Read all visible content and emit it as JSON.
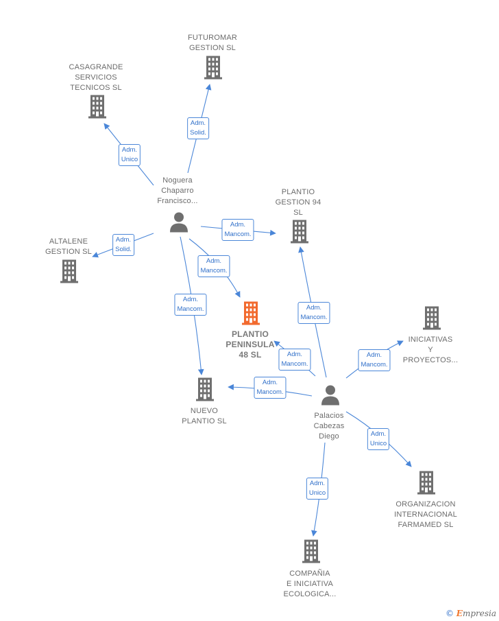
{
  "nodes": {
    "futuromar": "FUTUROMAR\nGESTION SL",
    "casagrande": "CASAGRANDE\nSERVICIOS\nTECNICOS  SL",
    "noguera": "Noguera\nChaparro\nFrancisco...",
    "plantio94": "PLANTIO\nGESTION 94\nSL",
    "altalene": "ALTALENE\nGESTION  SL",
    "peninsula": "PLANTIO\nPENINSULA\n48  SL",
    "iniciativas": "INICIATIVAS\nY\nPROYECTOS...",
    "nuevo": "NUEVO\nPLANTIO  SL",
    "palacios": "Palacios\nCabezas\nDiego",
    "organizacion": "ORGANIZACION\nINTERNACIONAL\nFARMAMED  SL",
    "compania": "COMPAÑIA\nE INICIATIVA\nECOLOGICA..."
  },
  "roles": {
    "r_futuromar": "Adm.\nSolid.",
    "r_casagrande": "Adm.\nUnico",
    "r_altalene": "Adm.\nSolid.",
    "r_plantio94_n": "Adm.\nMancom.",
    "r_peninsula_n": "Adm.\nMancom.",
    "r_nuevo_n": "Adm.\nMancom.",
    "r_plantio94_p": "Adm.\nMancom.",
    "r_peninsula_p": "Adm.\nMancom.",
    "r_iniciativas": "Adm.\nMancom.",
    "r_nuevo_p": "Adm.\nMancom.",
    "r_organizacion": "Adm.\nUnico",
    "r_compania": "Adm.\nUnico"
  },
  "brand": {
    "copyright": "©",
    "initial": "E",
    "name": "mpresia"
  },
  "colors": {
    "edge": "#4a86d8",
    "building": "#6f6f6f",
    "highlight": "#f26a2e",
    "person": "#6f6f6f"
  }
}
